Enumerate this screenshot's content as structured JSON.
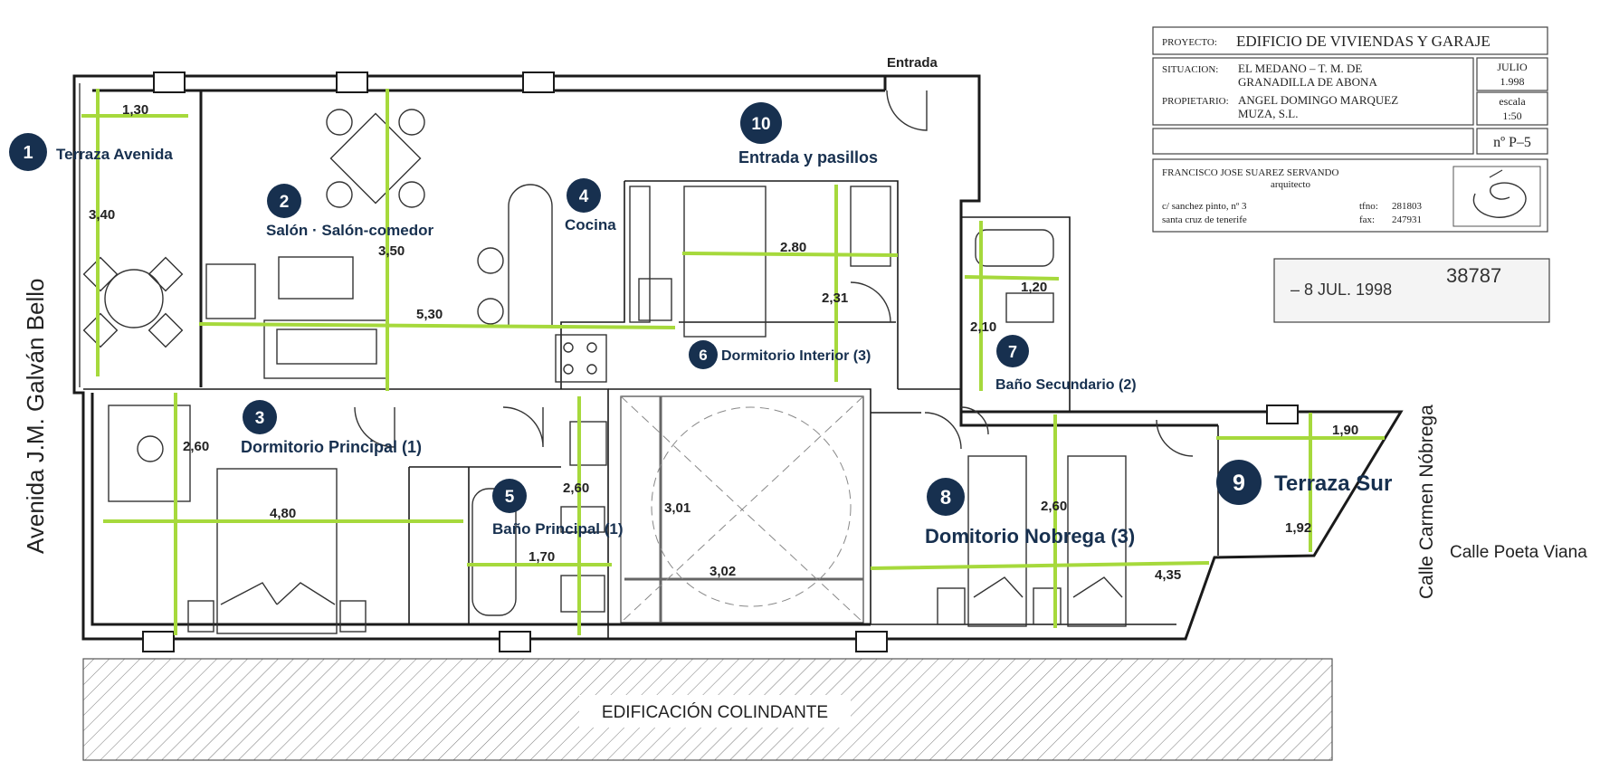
{
  "title_block": {
    "proyecto_label": "PROYECTO:",
    "proyecto": "EDIFICIO DE VIVIENDAS Y GARAJE",
    "situacion_label": "SITUACION:",
    "situacion_line1": "EL MEDANO – T. M. DE",
    "situacion_line2": "GRANADILLA DE ABONA",
    "propietario_label": "PROPIETARIO:",
    "propietario_line1": "ANGEL DOMINGO MARQUEZ",
    "propietario_line2": "MUZA, S.L.",
    "fecha_mes": "JULIO",
    "fecha_ano": "1.998",
    "escala_label": "escala",
    "escala": "1:50",
    "plano": "nº P–5",
    "arquitecto_nombre": "FRANCISCO JOSE SUAREZ SERVANDO",
    "arquitecto_titulo": "arquitecto",
    "direccion1": "c/ sanchez pinto, nº 3",
    "direccion2": "santa cruz de tenerife",
    "tfno_label": "tfno:",
    "tfno": "281803",
    "fax_label": "fax:",
    "fax": "247931"
  },
  "stamp": {
    "date": "– 8 JUL. 1998",
    "number": "38787"
  },
  "streets": {
    "west": "Avenida J.M. Galván Bello",
    "east": "Calle Carmen Nóbrega",
    "east2": "Calle Poeta Viana",
    "south": "EDIFICACIÓN COLINDANTE",
    "entrance": "Entrada"
  },
  "rooms": [
    {
      "num": "1",
      "name": "Terraza Avenida"
    },
    {
      "num": "2",
      "name": "Salón · Salón-comedor"
    },
    {
      "num": "3",
      "name": "Dormitorio Principal (1)"
    },
    {
      "num": "4",
      "name": "Cocina"
    },
    {
      "num": "5",
      "name": "Baño Principal (1)"
    },
    {
      "num": "6",
      "name": "Dormitorio Interior (3)"
    },
    {
      "num": "7",
      "name": "Baño Secundario (2)"
    },
    {
      "num": "8",
      "name": "Domitorio Nobrega (3)"
    },
    {
      "num": "9",
      "name": "Terraza Sur"
    },
    {
      "num": "10",
      "name": "Entrada y pasillos"
    }
  ],
  "dimensions": {
    "terraza_w": "1,30",
    "terraza_h": "3,40",
    "salon_h": "3,50",
    "salon_w": "5,30",
    "dorm6_w": "2.80",
    "dorm6_h": "2,31",
    "bano7_w": "1,20",
    "bano7_h": "2,10",
    "dorm1_h": "2,60",
    "dorm1_w": "4,80",
    "bano5_h": "2,60",
    "bano5_w": "1,70",
    "patio_h": "3,01",
    "patio_w": "3,02",
    "dorm8_h": "2,60",
    "dorm8_w": "4,35",
    "terraza9_w": "1,90",
    "terraza9_h": "1,92"
  }
}
